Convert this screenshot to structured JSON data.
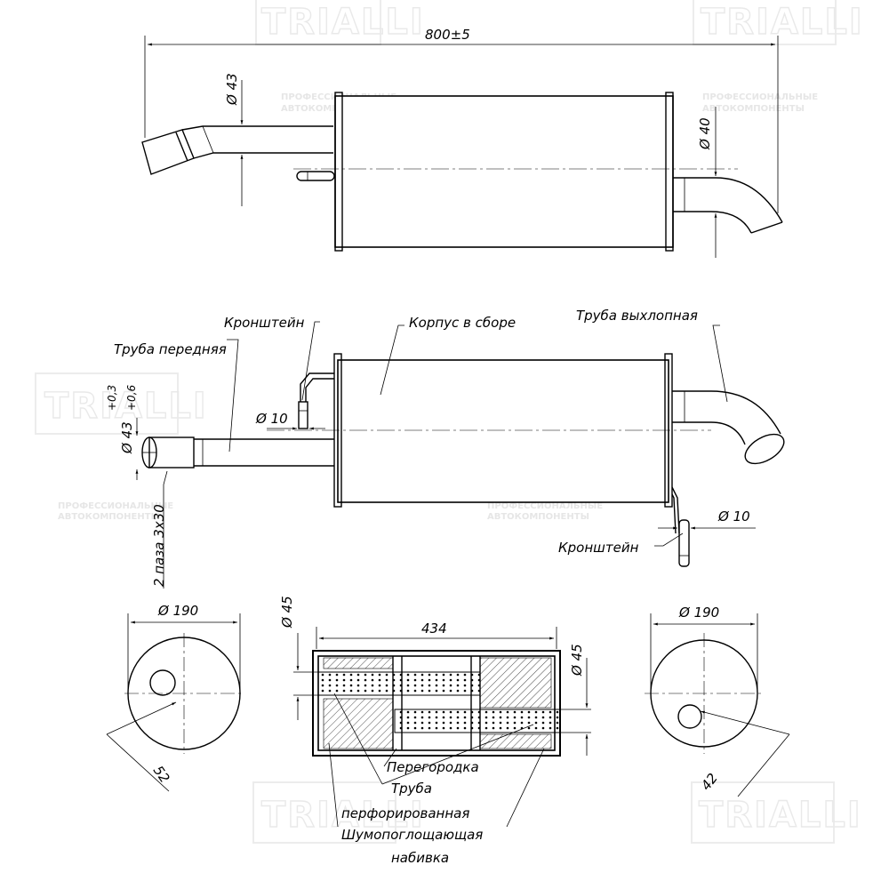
{
  "watermark": {
    "brand": "TRIALLI",
    "tagline_1": "ПРОФЕССИОНАЛЬНЫЕ",
    "tagline_2": "АВТОКОМПОНЕНТЫ"
  },
  "top_view": {
    "dim_overall_length": "800±5",
    "dim_inlet_diameter": "Ø 43",
    "dim_outlet_diameter": "Ø 40"
  },
  "side_view": {
    "label_bracket_top": "Кронштейн",
    "label_body": "Корпус в сборе",
    "label_front_pipe": "Труба передняя",
    "label_exhaust_pipe": "Труба выхлопная",
    "label_bracket_bottom": "Кронштейн",
    "dim_bracket_top": "Ø 10",
    "dim_bracket_bottom": "Ø 10",
    "dim_inlet": "Ø 43",
    "dim_tolerance_upper": "+0,3",
    "dim_tolerance_lower": "+0,6",
    "dim_slots": "2 паза 3x30"
  },
  "end_view_left": {
    "dim_diameter": "Ø 190",
    "dim_offset": "52"
  },
  "section_view": {
    "dim_length": "434",
    "dim_pipe_left": "Ø 45",
    "dim_pipe_right": "Ø 45",
    "label_baffle": "Перегородка",
    "label_pipe_1": "Труба",
    "label_pipe_2": "перфорированная",
    "label_fill_1": "Шумопоглощающая",
    "label_fill_2": "набивка"
  },
  "end_view_right": {
    "dim_diameter": "Ø 190",
    "dim_offset": "42"
  }
}
